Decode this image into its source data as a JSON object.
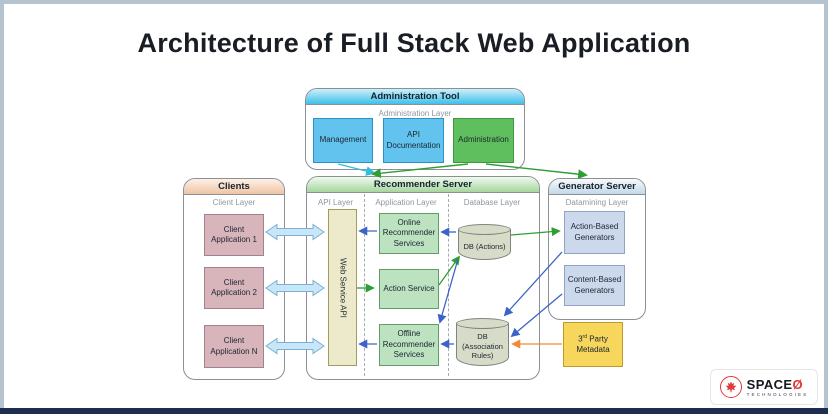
{
  "title": "Architecture of Full Stack Web Application",
  "admin_tool": {
    "title": "Administration Tool",
    "layer": "Administration Layer",
    "boxes": [
      "Management",
      "API Documentation",
      "Administration"
    ]
  },
  "clients": {
    "title": "Clients",
    "layer": "Client Layer",
    "boxes": [
      "Client Application 1",
      "Client Application 2",
      "Client Application N"
    ]
  },
  "recommender": {
    "title": "Recommender Server",
    "layers": [
      "API Layer",
      "Application Layer",
      "Database Layer"
    ],
    "api_box": "Web Service API",
    "app_boxes": [
      "Online Recommender Services",
      "Action Service",
      "Offline Recommender Services"
    ],
    "databases": [
      "DB (Actions)",
      "DB (Association Rules)"
    ]
  },
  "generator": {
    "title": "Generator Server",
    "layer": "Datamining Layer",
    "boxes": [
      "Action-Based Generators",
      "Content-Based Generators"
    ]
  },
  "metadata": {
    "num": "3",
    "sup": "rd",
    "word": " Party",
    "word2": "Metadata"
  },
  "logo": {
    "brand": "SPACE",
    "brand_o": "Ø",
    "subtitle": "TECHNOLOGIES"
  },
  "colors": {
    "arrow_cyan": "#33bce0",
    "arrow_green": "#2f9e33",
    "arrow_blue": "#3c64c8",
    "arrow_orange": "#f18a34",
    "client_arrow_fill": "#c8e6f7",
    "client_arrow_stroke": "#79b1d6",
    "bottom_bar": "#1e2d50",
    "logo_red": "#e03a3a"
  },
  "connections": [
    {
      "from": "Management",
      "to": "Recommender Server",
      "color": "cyan"
    },
    {
      "from": "Administration",
      "to": "Recommender Server",
      "color": "green"
    },
    {
      "from": "Administration",
      "to": "Generator Server",
      "color": "green"
    },
    {
      "from": "Client Application 1",
      "to": "Web Service API",
      "color": "lightblue",
      "bidirectional": true
    },
    {
      "from": "Client Application 2",
      "to": "Web Service API",
      "color": "lightblue",
      "bidirectional": true
    },
    {
      "from": "Client Application N",
      "to": "Web Service API",
      "color": "lightblue",
      "bidirectional": true
    },
    {
      "from": "Online Recommender Services",
      "to": "Web Service API",
      "color": "blue"
    },
    {
      "from": "Web Service API",
      "to": "Action Service",
      "color": "green"
    },
    {
      "from": "Offline Recommender Services",
      "to": "Web Service API",
      "color": "blue"
    },
    {
      "from": "Action Service",
      "to": "DB (Actions)",
      "color": "green"
    },
    {
      "from": "DB (Actions)",
      "to": "Online Recommender Services",
      "color": "blue"
    },
    {
      "from": "DB (Actions)",
      "to": "Offline Recommender Services",
      "color": "blue"
    },
    {
      "from": "DB (Actions)",
      "to": "Action-Based Generators",
      "color": "green"
    },
    {
      "from": "Action-Based Generators",
      "to": "DB (Association Rules)",
      "color": "blue"
    },
    {
      "from": "Content-Based Generators",
      "to": "DB (Association Rules)",
      "color": "blue"
    },
    {
      "from": "DB (Association Rules)",
      "to": "Offline Recommender Services",
      "color": "blue"
    },
    {
      "from": "3rd Party Metadata",
      "to": "DB (Association Rules)",
      "color": "orange"
    }
  ]
}
